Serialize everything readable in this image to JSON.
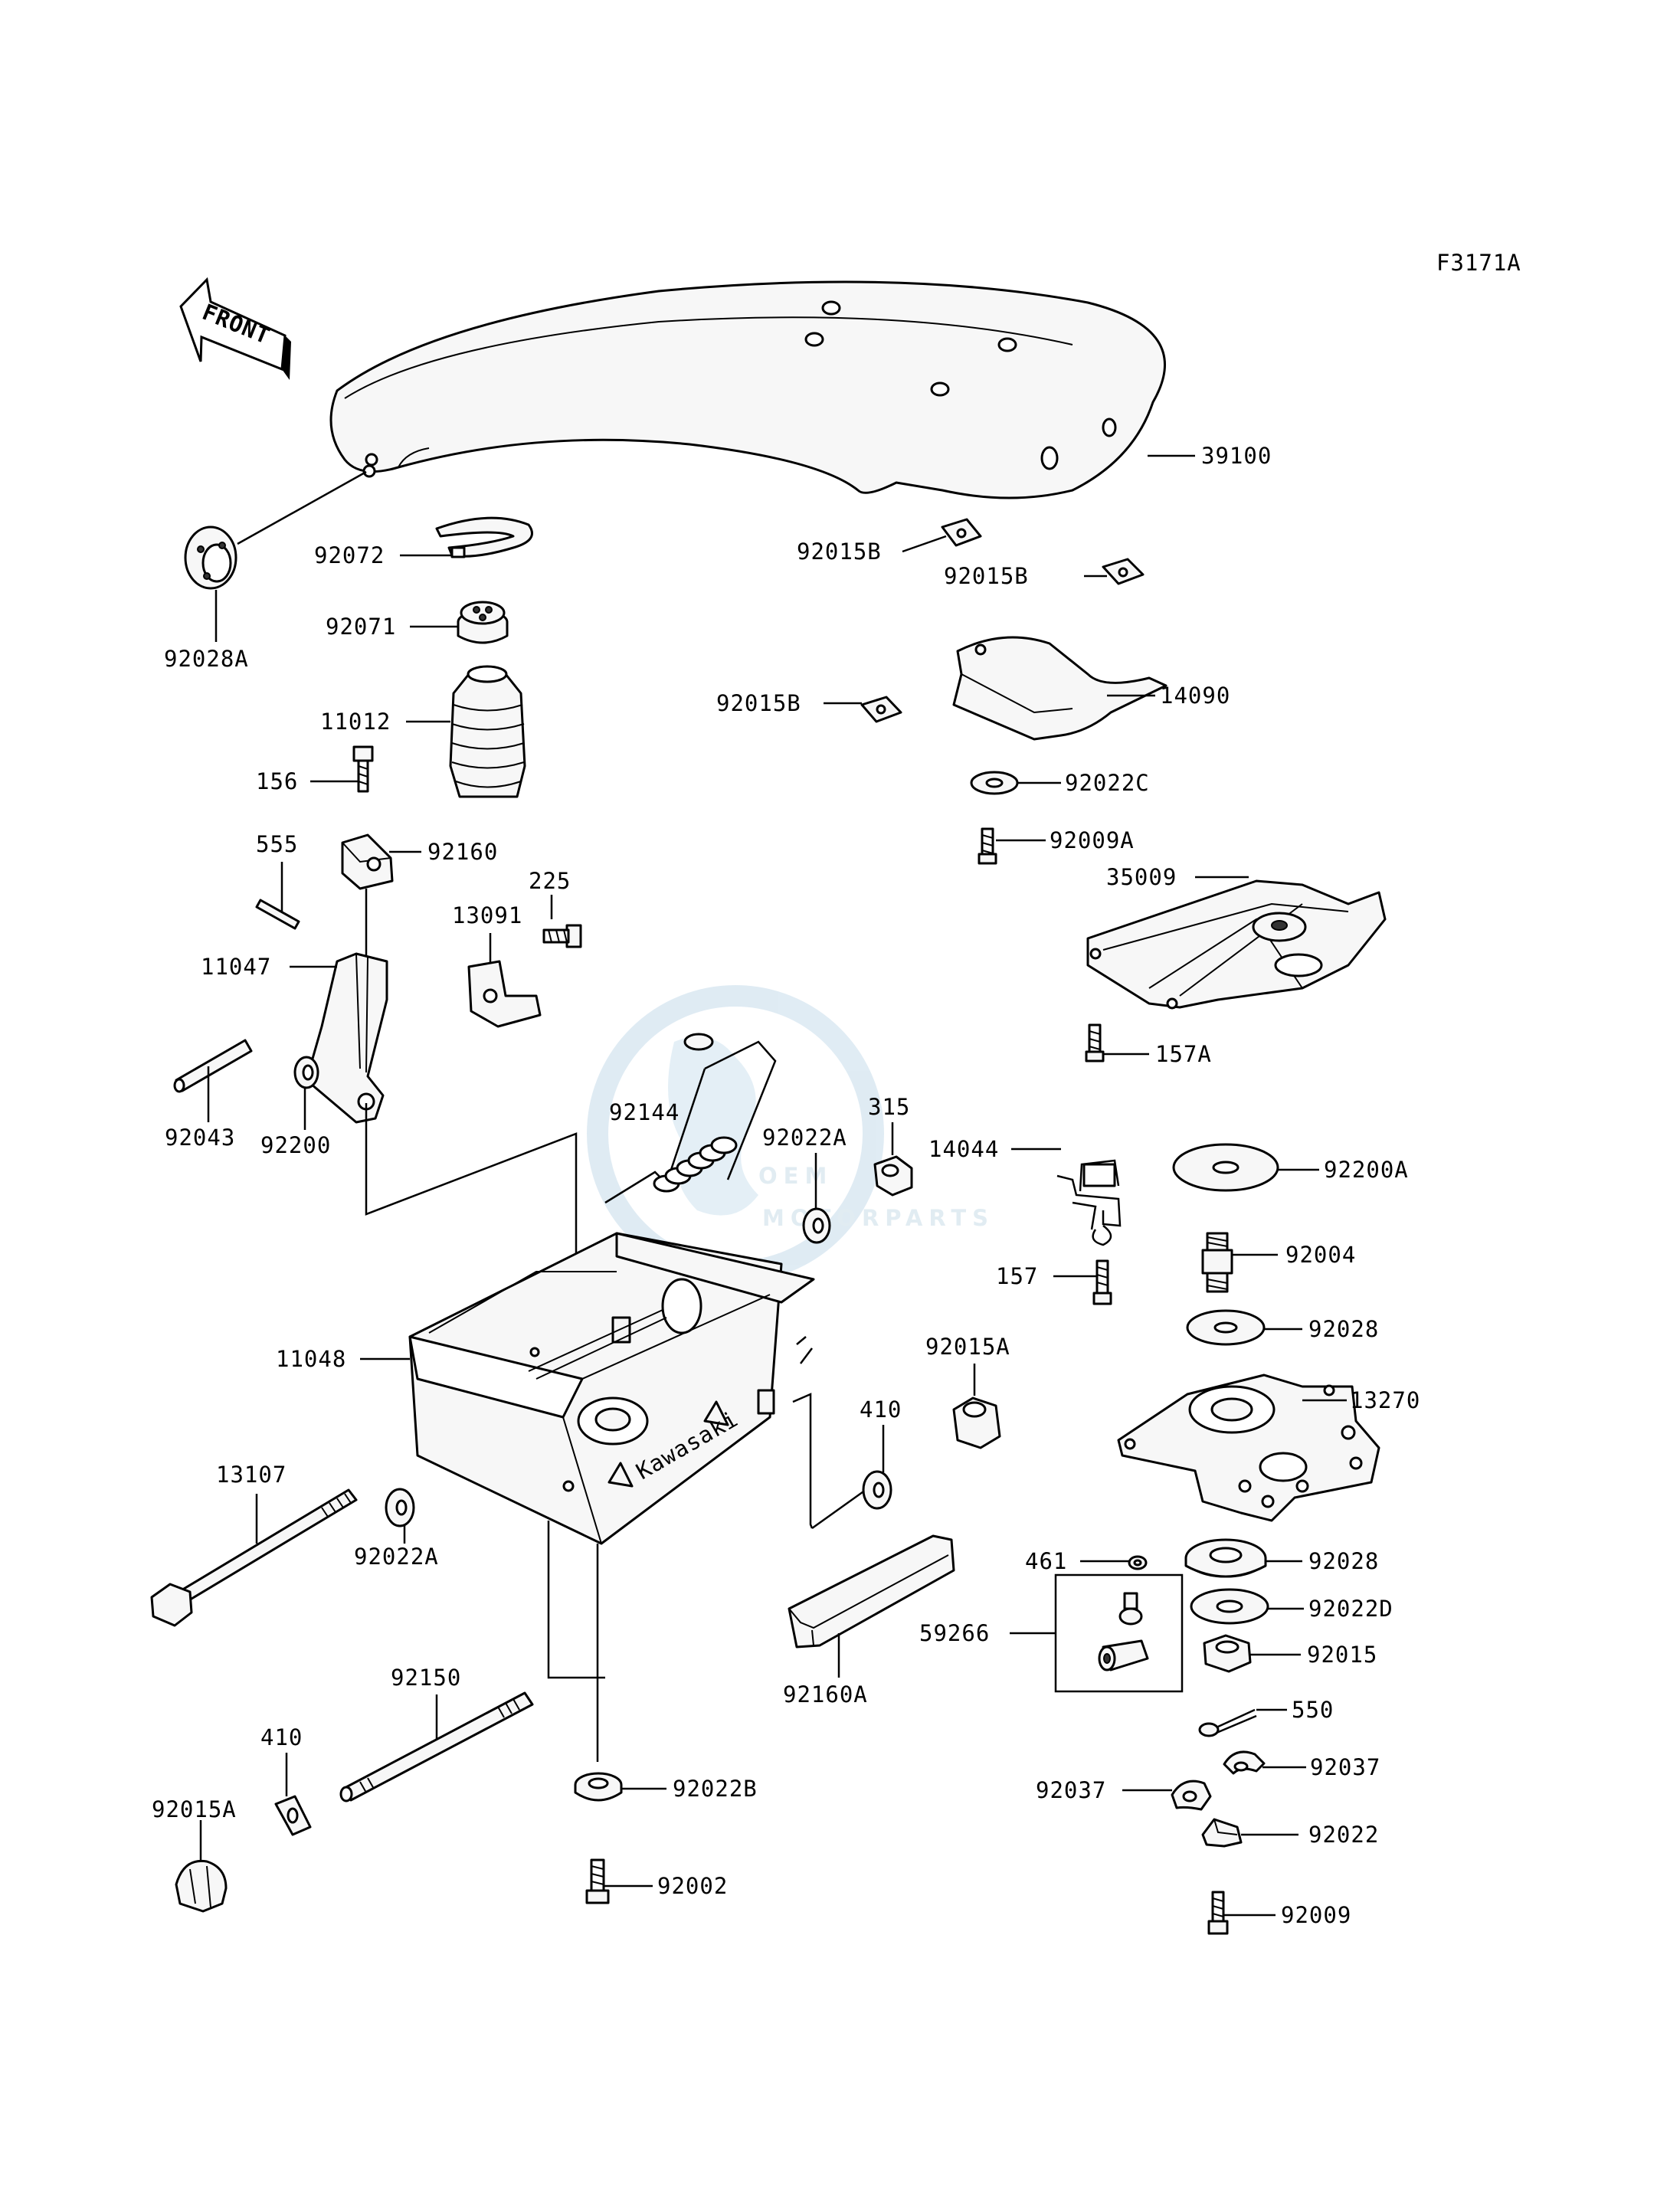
{
  "figure_code": "F3171A",
  "front_label": "FRONT",
  "watermark": {
    "logo": "OEM",
    "sub": "MOTORPARTS"
  },
  "callouts": {
    "p39100": "39100",
    "p92028A": "92028A",
    "p92072": "92072",
    "p92071": "92071",
    "p11012": "11012",
    "p156": "156",
    "p555": "555",
    "p92160": "92160",
    "p225": "225",
    "p13091": "13091",
    "p11047": "11047",
    "p92043": "92043",
    "p92200": "92200",
    "p92015B_1": "92015B",
    "p92015B_2": "92015B",
    "p92015B_3": "92015B",
    "p14090": "14090",
    "p92022C": "92022C",
    "p92009A": "92009A",
    "p35009": "35009",
    "p157A": "157A",
    "p92144": "92144",
    "p92022A_top": "92022A",
    "p315": "315",
    "p14044": "14044",
    "p92200A": "92200A",
    "p92004": "92004",
    "p157": "157",
    "p92028_1": "92028",
    "p11048": "11048",
    "p92015A_mid": "92015A",
    "p13270": "13270",
    "p410_mid": "410",
    "p13107": "13107",
    "p92022A_bot": "92022A",
    "p461": "461",
    "p92028_2": "92028",
    "p59266": "59266",
    "p92022D": "92022D",
    "p92015": "92015",
    "p92160A": "92160A",
    "p550": "550",
    "p92150": "92150",
    "p410_bot": "410",
    "p92015A_bot": "92015A",
    "p92022B": "92022B",
    "p92037_1": "92037",
    "p92037_2": "92037",
    "p92022": "92022",
    "p92002": "92002",
    "p92009": "92009"
  }
}
